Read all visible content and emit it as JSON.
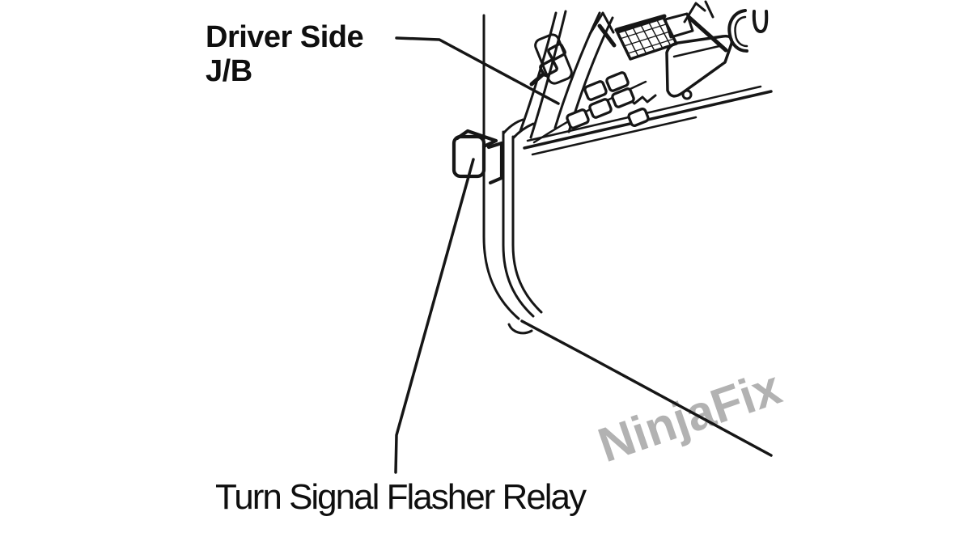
{
  "labels": {
    "junction_block": {
      "line1": "Driver Side",
      "line2": "J/B"
    },
    "relay": "Turn Signal Flasher Relay"
  },
  "watermark": {
    "text": "NinjaFix",
    "color": "#b2b2b2"
  },
  "drawing": {
    "stroke_color": "#161616",
    "background": "#ffffff",
    "parts": [
      "driver-side-junction-block",
      "crosshatch-connector",
      "fuse-blocks",
      "jb-cover-flap",
      "harness-hook",
      "a-pillar-trim",
      "turn-signal-flasher-relay",
      "door-sill-line"
    ]
  }
}
